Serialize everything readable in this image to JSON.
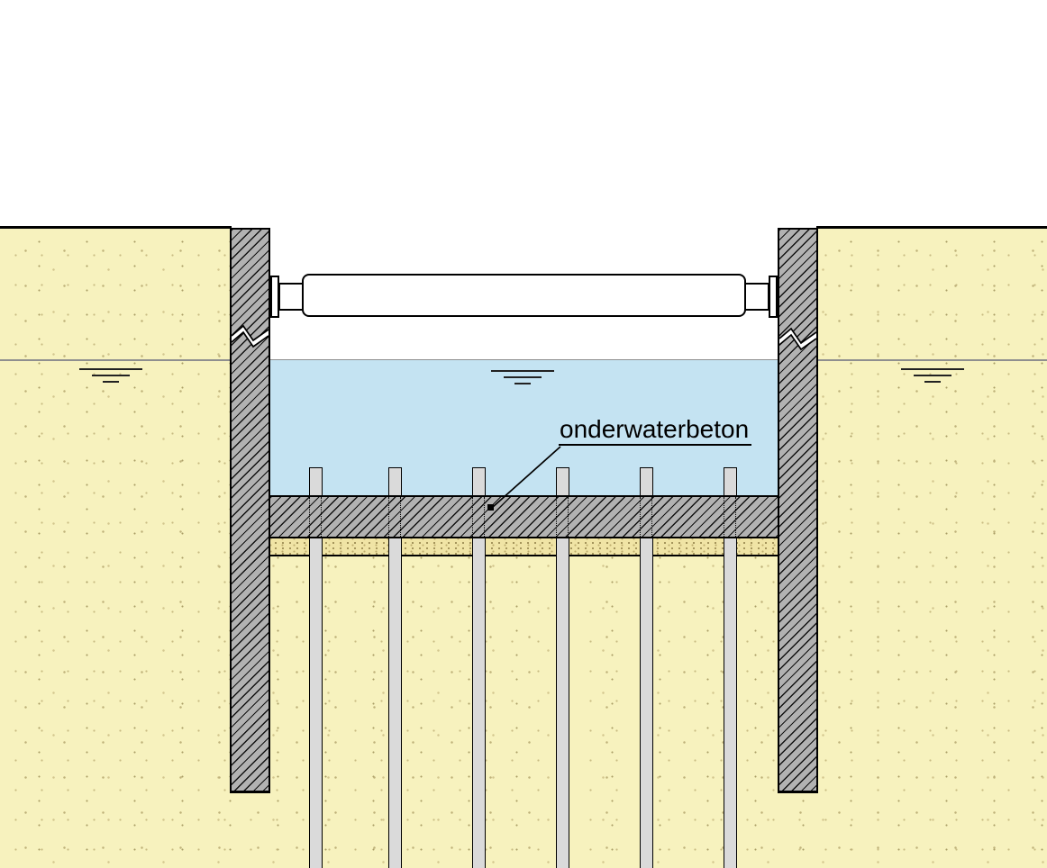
{
  "diagram": {
    "label_onderwaterbeton": "onderwaterbeton"
  },
  "colors": {
    "soil": "#F7F2BE",
    "water": "#C4E3F2",
    "structure_gray": "#B2B2B2",
    "pile_gray": "#DADADA",
    "outline": "#000000",
    "groundwater_line": "#8F8F8F"
  },
  "structure": {
    "pile_count": 6,
    "wall_count": 2,
    "strut_count": 1
  }
}
